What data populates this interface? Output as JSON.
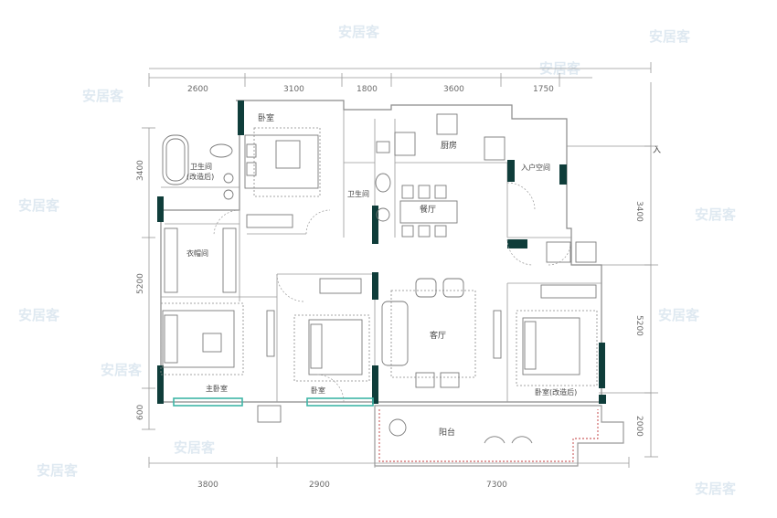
{
  "dimensions": {
    "top": [
      "2600",
      "3100",
      "1800",
      "3600",
      "1750"
    ],
    "bottom": [
      "3800",
      "2900",
      "7300"
    ],
    "left": [
      "3400",
      "5200",
      "600"
    ],
    "right": [
      "3400",
      "5200",
      "2000"
    ]
  },
  "rooms": {
    "bedroom_top": "卧室",
    "bathroom_left": "卫生间",
    "bathroom_left_note": "(改造后)",
    "bathroom_center": "卫生间",
    "kitchen": "厨房",
    "entry_space": "入户空间",
    "dining": "餐厅",
    "walk_in_closet": "衣帽间",
    "living": "客厅",
    "master_bedroom": "主卧室",
    "bedroom_middle": "卧室",
    "bedroom_right": "卧室(改造后)",
    "balcony": "阳台"
  },
  "entry_marker": "入",
  "watermark": "安居客",
  "colors": {
    "wall_accent": "#0f3d3a",
    "window": "#3fb5a7",
    "line": "#8a8a8a",
    "balcony_edge": "#c0393b"
  }
}
